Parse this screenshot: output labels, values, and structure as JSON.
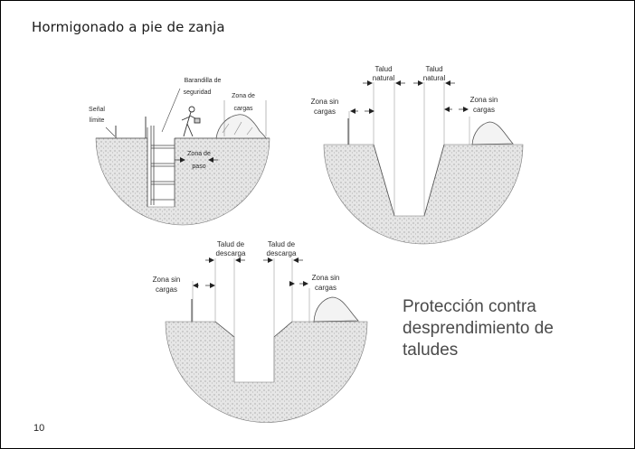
{
  "title": "Hormigonado a pie de zanja",
  "page_number": "10",
  "caption": [
    "Protección contra",
    "desprendimiento de",
    "taludes"
  ],
  "diagram1": {
    "senal": [
      "Señal",
      "límite"
    ],
    "barandilla": [
      "Barandilla de",
      "seguridad"
    ],
    "zona_cargas": [
      "Zona de",
      "cargas"
    ],
    "zona_paso": [
      "Zona de",
      "paso"
    ]
  },
  "diagram2": {
    "talud_left": [
      "Talud",
      "natural"
    ],
    "talud_right": [
      "Talud",
      "natural"
    ],
    "zona_left": [
      "Zona sin",
      "cargas"
    ],
    "zona_right": [
      "Zona sin",
      "cargas"
    ]
  },
  "diagram3": {
    "talud_left": [
      "Talud de",
      "descarga"
    ],
    "talud_right": [
      "Talud de",
      "descarga"
    ],
    "zona_left": [
      "Zona sin",
      "cargas"
    ],
    "zona_right": [
      "Zona sin",
      "cargas"
    ]
  }
}
